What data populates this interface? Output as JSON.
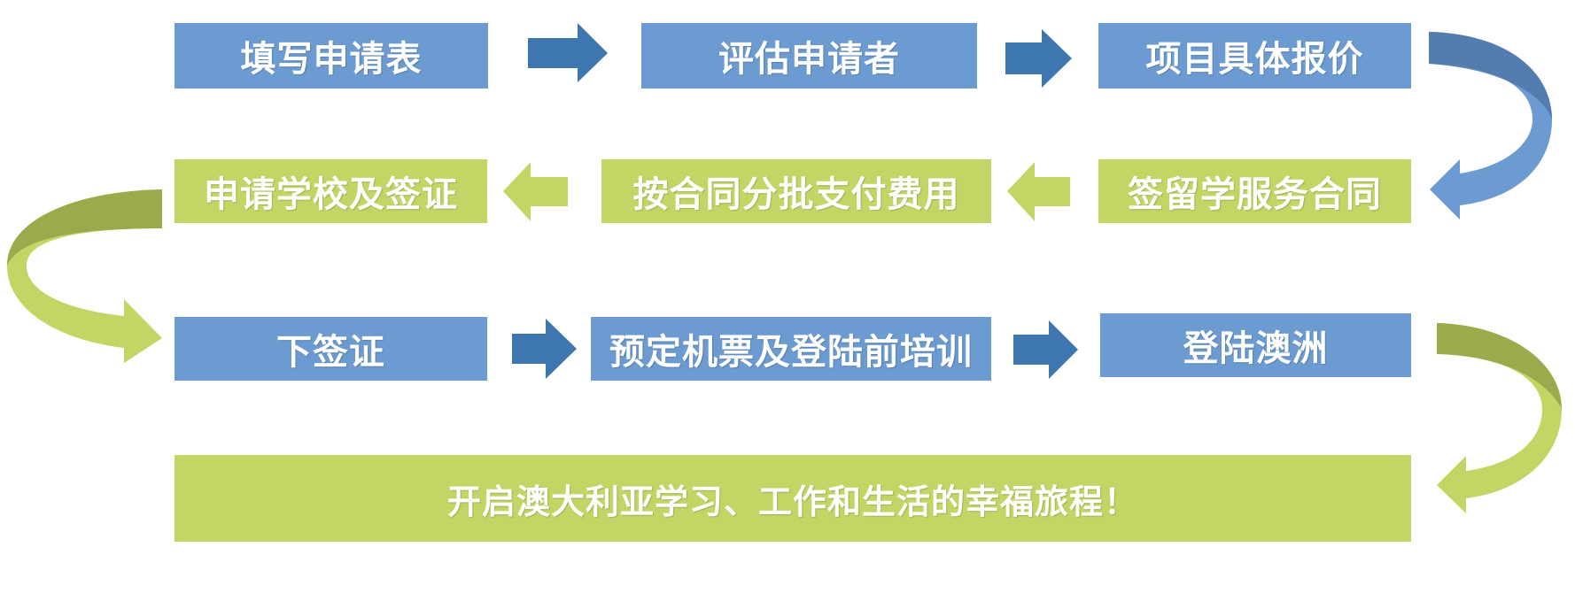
{
  "steps": [
    {
      "label": "填写申请表"
    },
    {
      "label": "评估申请者"
    },
    {
      "label": "项目具体报价"
    },
    {
      "label": "签留学服务合同"
    },
    {
      "label": "按合同分批支付费用"
    },
    {
      "label": "申请学校及签证"
    },
    {
      "label": "下签证"
    },
    {
      "label": "预定机票及登陆前培训"
    },
    {
      "label": "登陆澳洲"
    },
    {
      "label": "开启澳大利亚学习、工作和生活的幸福旅程！"
    }
  ],
  "colors": {
    "blue_box": "#6b9bd1",
    "green_box": "#c5d565",
    "blue_arrow": "#3e77b0",
    "light_green_arrow": "#c5d565",
    "dark_green_arrow": "#9caa4c",
    "dark_blue_arrow": "#4f78a8"
  }
}
